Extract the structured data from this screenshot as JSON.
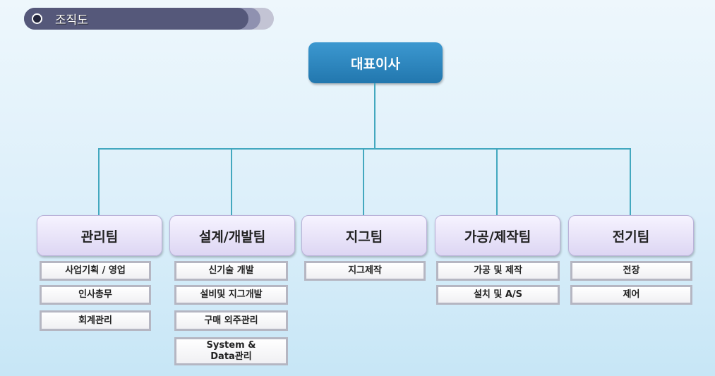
{
  "title": "조직도",
  "ceo": "대표이사",
  "teams": [
    {
      "name": "관리팀",
      "subs": [
        "사업기획 / 영업",
        "인사총무",
        "회계관리"
      ]
    },
    {
      "name": "설계/개발팀",
      "subs": [
        "신기술 개발",
        "설비및 지그개발",
        "구매 외주관리",
        "System & Data관리"
      ]
    },
    {
      "name": "지그팀",
      "subs": [
        "지그제작"
      ]
    },
    {
      "name": "가공/제작팀",
      "subs": [
        "가공 및 제작",
        "설치 및 A/S"
      ]
    },
    {
      "name": "전기팀",
      "subs": [
        "전장",
        "제어"
      ]
    }
  ],
  "colors": {
    "ceo": "#2e86c1",
    "line": "#43a8bf",
    "title_bar": "#55587a"
  }
}
